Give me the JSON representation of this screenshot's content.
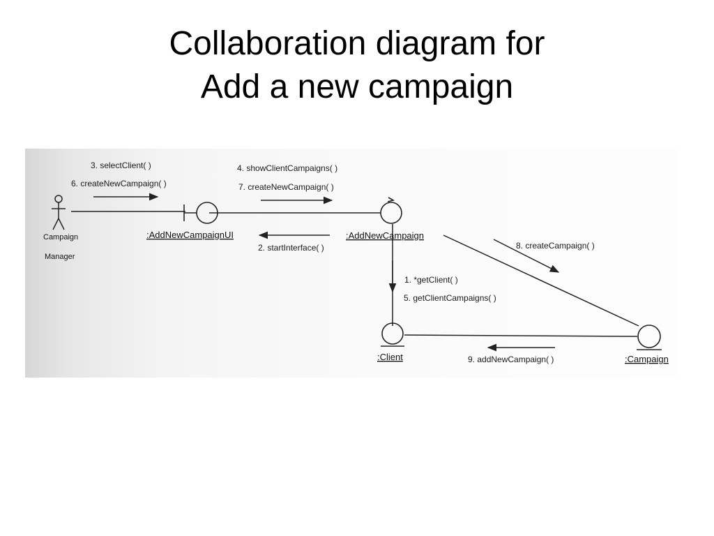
{
  "title": {
    "line1": "Collaboration diagram for",
    "line2": "Add a new campaign"
  },
  "diagram": {
    "actor": {
      "line1": "Campaign",
      "line2": "Manager",
      "icon": "stick-figure-icon"
    },
    "objects": {
      "ui": {
        "label": ":AddNewCampaignUI",
        "icon": "boundary-icon"
      },
      "control": {
        "label": ":AddNewCampaign",
        "icon": "control-icon"
      },
      "client": {
        "label": ":Client",
        "icon": "entity-icon"
      },
      "campaign": {
        "label": ":Campaign",
        "icon": "entity-icon"
      }
    },
    "messages": {
      "m3": "3. selectClient( )",
      "m6": "6. createNewCampaign( )",
      "m4": "4. showClientCampaigns( )",
      "m7": "7. createNewCampaign( )",
      "m2": "2. startInterface( )",
      "m8": "8. createCampaign( )",
      "m1": "1. *getClient( )",
      "m5": "5. getClientCampaigns( )",
      "m9": "9. addNewCampaign( )"
    }
  }
}
